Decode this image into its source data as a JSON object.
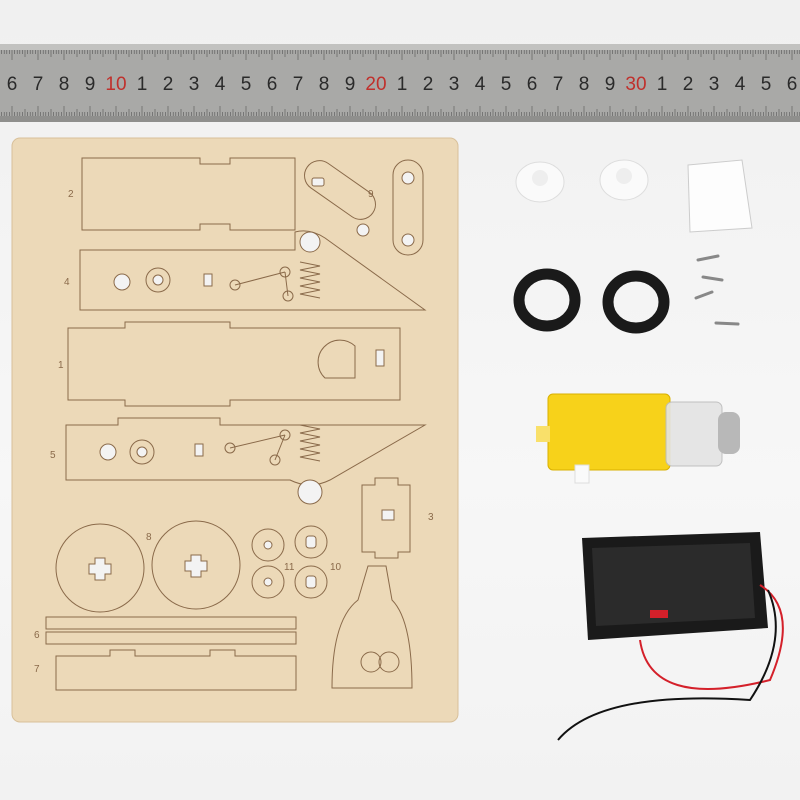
{
  "ruler": {
    "labels": [
      "6",
      "7",
      "8",
      "9",
      "10",
      "1",
      "2",
      "3",
      "4",
      "5",
      "6",
      "7",
      "8",
      "9",
      "20",
      "1",
      "2",
      "3",
      "4",
      "5",
      "6",
      "7",
      "8",
      "9",
      "30",
      "1",
      "2",
      "3",
      "4",
      "5",
      "6"
    ],
    "highlight_labels": [
      "10",
      "20",
      "30"
    ],
    "highlight_color": "#c0302c",
    "label_color": "#2a2a2a"
  },
  "wood_board": {
    "color": "#ecd9b8",
    "part_numbers": [
      "2",
      "9",
      "4",
      "1",
      "5",
      "8",
      "3",
      "10",
      "11",
      "6",
      "7"
    ]
  },
  "components": {
    "motor_color": "#f7d21a",
    "battery_holder_color": "#1a1a1a",
    "wire_colors": [
      "#d4202a",
      "#111111"
    ]
  }
}
